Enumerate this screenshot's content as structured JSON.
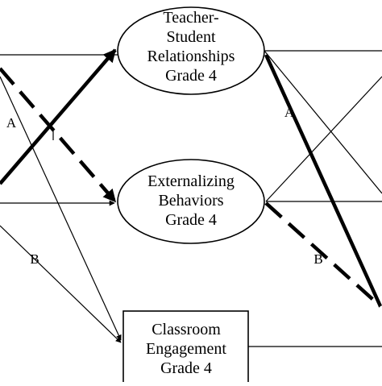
{
  "nodes": {
    "teacher_student": {
      "lines": [
        "Teacher-",
        "Student",
        "Relationships",
        "Grade 4"
      ]
    },
    "externalizing": {
      "lines": [
        "Externalizing",
        "Behaviors",
        "Grade 4"
      ]
    },
    "engagement": {
      "lines": [
        "Classroom",
        "Engagement",
        "Grade 4"
      ]
    }
  },
  "path_labels": {
    "left_a": "A",
    "left_b": "B",
    "right_a": "A",
    "right_b": "B"
  }
}
